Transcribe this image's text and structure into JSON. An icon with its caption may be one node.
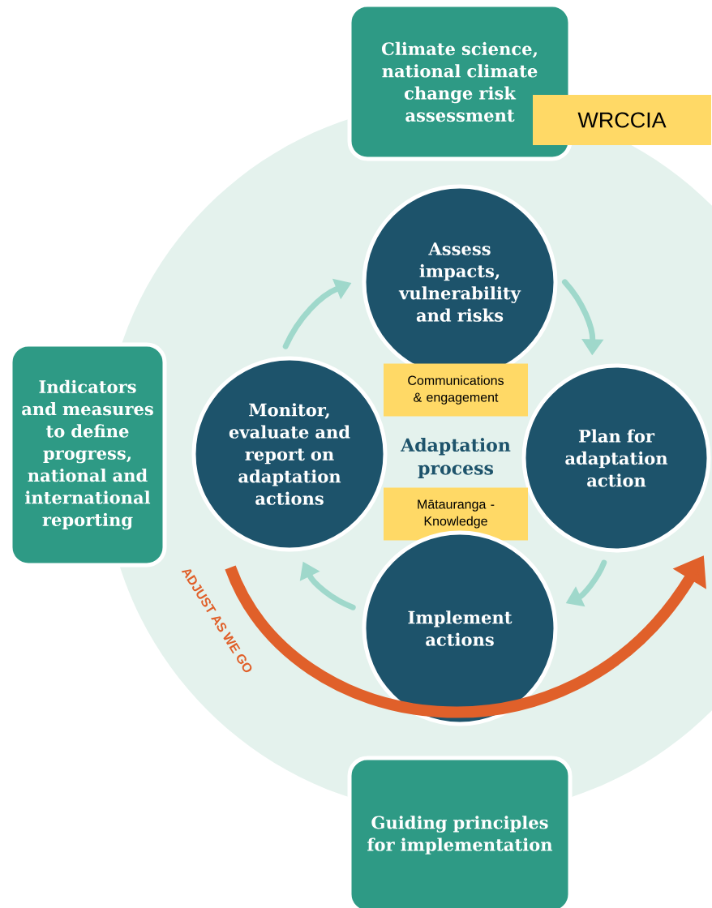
{
  "diagram": {
    "nodes": [
      {
        "text": [
          "Climate science, national climate change risk assessment"
        ]
      },
      {
        "text": [
          "WRCCIA"
        ]
      },
      {
        "text": [
          "Indicators and measures to define progress, national and international reporting"
        ]
      },
      {
        "text": [
          "Assess impacts, vulnerability and risks"
        ]
      },
      {
        "text": [
          "Communications & engagement"
        ]
      },
      {
        "text": [
          "Monitor, evaluate and report on adaptation actions"
        ]
      },
      {
        "text": [
          "Plan for adaptation action"
        ]
      },
      {
        "text": [
          "Mātauranga - Knowledge"
        ]
      },
      {
        "text": [
          "Implement actions"
        ]
      },
      {
        "text": [
          "Guiding principles for implementation"
        ]
      }
    ],
    "edges": [
      {
        "from": 3,
        "to": 6,
        "arrow": "to"
      },
      {
        "from": 6,
        "to": 8,
        "arrow": "to"
      },
      {
        "from": 8,
        "to": 5,
        "arrow": "to"
      },
      {
        "from": 5,
        "to": 3,
        "arrow": "to"
      }
    ],
    "labels": [
      "Adaptation process",
      "ADJUST AS WE GO"
    ]
  }
}
